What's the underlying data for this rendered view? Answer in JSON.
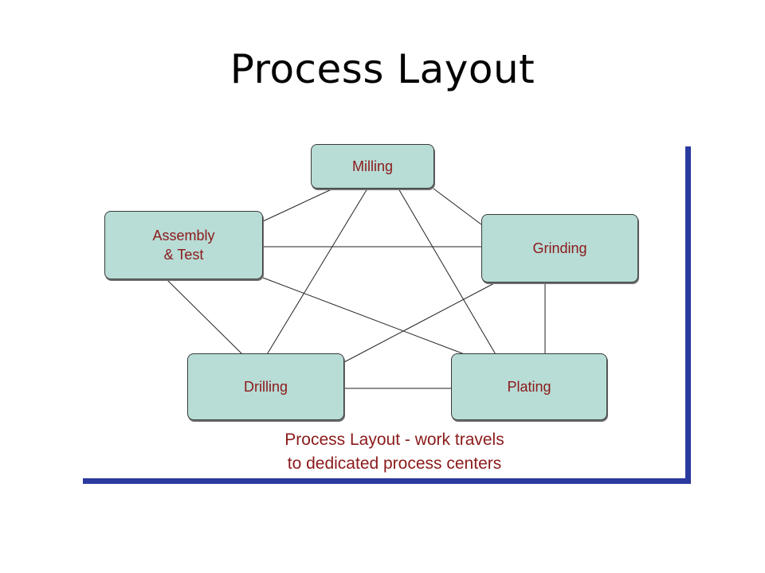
{
  "slide": {
    "title": "Process Layout"
  },
  "nodes": {
    "milling": "Milling",
    "assembly_test": "Assembly\n& Test",
    "grinding": "Grinding",
    "drilling": "Drilling",
    "plating": "Plating"
  },
  "caption": "Process Layout - work travels\nto dedicated process centers",
  "colors": {
    "frame": "#2b3a9e",
    "node_fill": "#b8dcd6",
    "label_text": "#8b1a1a"
  }
}
